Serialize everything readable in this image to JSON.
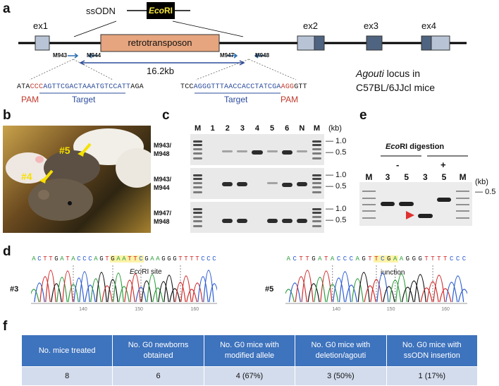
{
  "panel_labels": {
    "a": "a",
    "b": "b",
    "c": "c",
    "d": "d",
    "e": "e",
    "f": "f"
  },
  "panel_a": {
    "ssodn_label": "ssODN",
    "ecori_italic": "Eco",
    "ecori_rest": "RI",
    "exons": [
      "ex1",
      "ex2",
      "ex3",
      "ex4"
    ],
    "retrotransposon": "retrotransposon",
    "primers": [
      "M943",
      "M944",
      "M947",
      "M948"
    ],
    "distance": "16.2kb",
    "left_seq": {
      "a": "ATA",
      "pam": "CCC",
      "target": "AGTTCGACTAAATGTCCATT",
      "b": "AGA"
    },
    "right_seq": {
      "a": "TCC",
      "target": "AGGGTTTAACCACCTATCGA",
      "pam": "AGG",
      "b": "GTT"
    },
    "pam_label": "PAM",
    "target_label": "Target",
    "locus_italic": "Agouti",
    "locus_rest": " locus in",
    "strain": "C57BL/6JJcl mice"
  },
  "panel_b": {
    "mouse5": "#5",
    "mouse4": "#4"
  },
  "panel_c": {
    "lanes": [
      "M",
      "1",
      "2",
      "3",
      "4",
      "5",
      "6",
      "N",
      "M"
    ],
    "rows": [
      {
        "l1": "M943/",
        "l2": "M948"
      },
      {
        "l1": "M943/",
        "l2": "M944"
      },
      {
        "l1": "M947/",
        "l2": "M948"
      }
    ],
    "unit": "(kb)",
    "sizes": [
      "1.0",
      "0.5"
    ]
  },
  "panel_e": {
    "title_italic": "Eco",
    "title_rest": "RI digestion",
    "minus": "-",
    "plus": "+",
    "lanes": [
      "M",
      "3",
      "5",
      "3",
      "5",
      "M"
    ],
    "unit": "(kb)",
    "size": "0.5"
  },
  "panel_d": {
    "seq3": "ACTTGATACCCAGTGAATTCGAAGGGTTTTCCC",
    "seq5": "ACTTGATACCCAGTTCGAAGGGTTTTCCC",
    "sample3": "#3",
    "sample5": "#5",
    "site_italic": "Eco",
    "site_rest": "RI site",
    "junction": "junction",
    "ticks3": [
      "140",
      "150",
      "160"
    ],
    "ticks5": [
      "140",
      "150",
      "160"
    ]
  },
  "panel_f": {
    "headers": [
      "No. mice treated",
      "No. G0 newborns obtained",
      "No. G0 mice with modified allele",
      "No. G0 mice with deletion/agouti",
      "No. G0 mice with ssODN insertion"
    ],
    "values": [
      "8",
      "6",
      "4 (67%)",
      "3 (50%)",
      "1 (17%)"
    ]
  },
  "colors": {
    "header_blue": "#3e73bd",
    "row_blue": "#d3dced",
    "seq_blue": "#2b4c9b",
    "pam_red": "#c0392b",
    "exon": "#b8c4d6",
    "exon_dark": "#4f6480",
    "retro": "#e6a57e",
    "ecori_yellow": "#f5e63c"
  }
}
